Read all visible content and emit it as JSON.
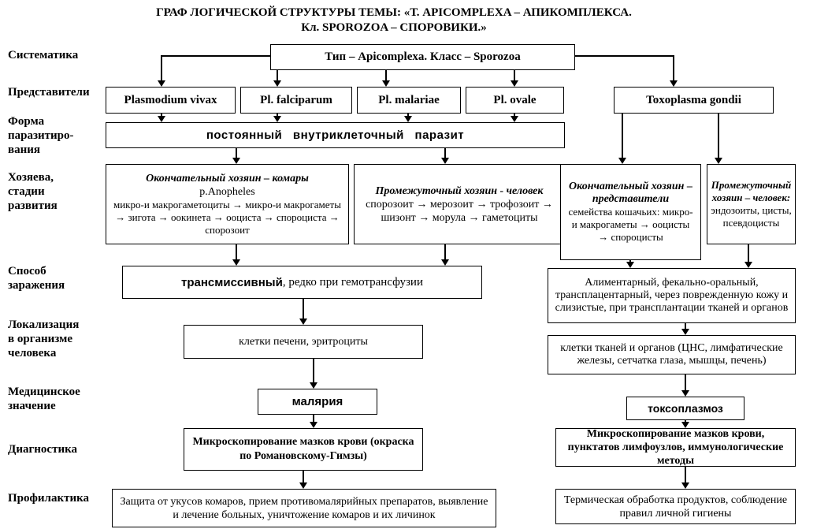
{
  "title": {
    "line1": "ГРАФ ЛОГИЧЕСКОЙ СТРУКТУРЫ ТЕМЫ: «Т. APICOMPLEXA – АПИКОМПЛЕКСА.",
    "line2": "Кл. SPOROZOA – СПОРОВИКИ.»"
  },
  "row_labels": {
    "systematics": "Систематика",
    "representatives": "Представители",
    "parasitism_form": [
      "Форма",
      "паразитиро-",
      "вания"
    ],
    "hosts_stages": [
      "Хозяева,",
      "стадии",
      "развития"
    ],
    "infection_route": [
      "Способ",
      "заражения"
    ],
    "localization": [
      "Локализация",
      "в организме",
      "человека"
    ],
    "medical_significance": [
      "Медицинское",
      "значение"
    ],
    "diagnostics": "Диагностика",
    "prophylaxis": "Профилактика"
  },
  "nodes": {
    "taxon": "Тип – Apicomplexa. Класс – Sporozoa",
    "plasmodium_vivax": "Plasmodium vivax",
    "pl_falciparum": "Pl. falciparum",
    "pl_malariae": "Pl. malariae",
    "pl_ovale": "Pl. ovale",
    "toxoplasma_gondii": "Toxoplasma gondii",
    "parasitism_form": "постоянный внутриклеточный паразит",
    "host_mosquito": {
      "header": "Окончательный хозяин – комары",
      "sub": "р.Anopheles",
      "body": "микро-и макрогаметоциты → микро-и макрогаметы → зигота → оокинета → ооциста → спороциста → спорозоит"
    },
    "host_human_plasmodium": {
      "header": "Промежуточный хозяин - человек",
      "body": "спорозоит → мерозоит → трофозоит → шизонт → морула → гаметоциты"
    },
    "toxo_final_host": {
      "header": "Окончательный хозяин – представители",
      "body": "семейства кошачьих: микро- и макрогаметы → ооцисты → спороцисты"
    },
    "toxo_intermediate_host": {
      "header": "Промежуточный хозяин – человек:",
      "body": "эндозоиты, цисты, псевдоцисты"
    },
    "infection_left": {
      "bold": "трансмиссивный",
      "rest": ", редко при гемотрансфузии"
    },
    "infection_right": "Алиментарный, фекально-оральный, трансплацентарный, через поврежденную кожу и слизистые, при трансплантации тканей и органов",
    "localization_left": "клетки печени, эритроциты",
    "localization_right": "клетки тканей и органов (ЦНС, лимфатические железы, сетчатка глаза, мышцы, печень)",
    "malaria": "малярия",
    "toxoplasmosis": "токсоплазмоз",
    "diagnostics_left": "Микроскопирование мазков крови (окраска по Романовскому-Гимзы)",
    "diagnostics_right": "Микроскопирование мазков крови, пунктатов лимфоузлов, иммунологические методы",
    "prophylaxis_left": "Защита от укусов комаров, прием противомалярийных препаратов, выявление и лечение больных, уничтожение комаров и их личинок",
    "prophylaxis_right": "Термическая обработка продуктов, соблюдение правил личной гигиены"
  }
}
